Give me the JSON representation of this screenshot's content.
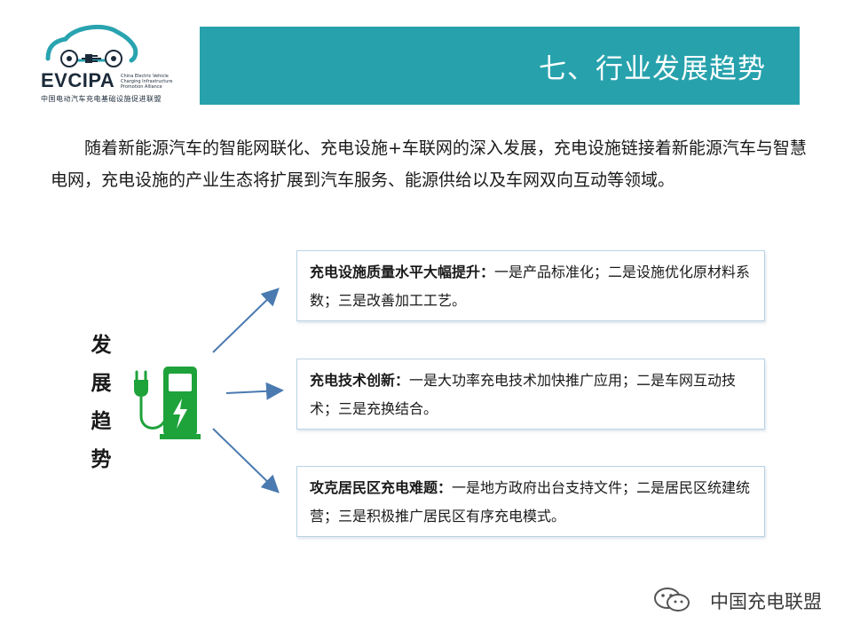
{
  "logo": {
    "name": "EVCIPA",
    "english_lines": [
      "China Electric Vehicle",
      "Charging Infrastructure",
      "Promotion Alliance"
    ],
    "chinese": "中国电动汽车充电基础设施促进联盟"
  },
  "header": {
    "title": "七、行业发展趋势"
  },
  "intro": "随着新能源汽车的智能网联化、充电设施+车联网的深入发展，充电设施链接着新能源汽车与智慧电网，充电设施的产业生态将扩展到汽车服务、能源供给以及车网双向互动等领域。",
  "side_label": [
    "发",
    "展",
    "趋",
    "势"
  ],
  "colors": {
    "accent": "#27a2ad",
    "charger": "#1ea23a",
    "arrow": "#4a7ab0",
    "card_border": "#b9d3e6"
  },
  "cards": [
    {
      "head": "充电设施质量水平大幅提升：",
      "body": "一是产品标准化；二是设施优化原材料系数；三是改善加工工艺。"
    },
    {
      "head": "充电技术创新：",
      "body": "一是大功率充电技术加快推广应用；二是车网互动技术；三是充换结合。"
    },
    {
      "head": "攻克居民区充电难题：",
      "body": "一是地方政府出台支持文件；二是居民区统建统营；三是积极推广居民区有序充电模式。"
    }
  ],
  "footer": {
    "text": "中国充电联盟",
    "icon": "wechat-icon"
  }
}
